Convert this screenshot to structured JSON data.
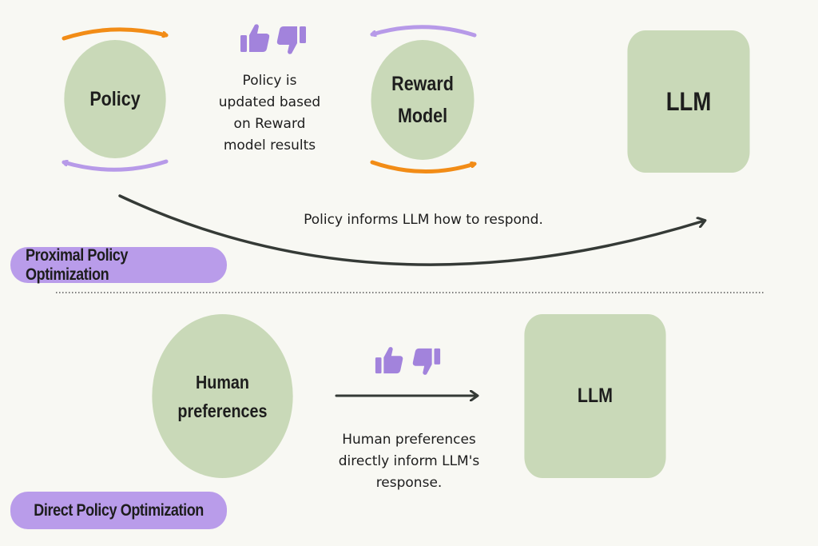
{
  "colors": {
    "background": "#f8f8f3",
    "node_fill": "#c9d9b8",
    "pill_fill": "#b99cea",
    "orange_arrow": "#f28c16",
    "purple_arrow": "#b79ae8",
    "dark_arrow": "#353a36",
    "thumb_color": "#a283dc"
  },
  "ppo": {
    "policy_label": "Policy",
    "reward_model_label": "Reward\nModel",
    "llm_label": "LLM",
    "feedback_caption": "Policy is\nupdated based\non Reward\nmodel results",
    "inform_caption": "Policy informs LLM how to respond.",
    "title": "Proximal Policy Optimization",
    "icons": [
      "thumbs-up-icon",
      "thumbs-down-icon"
    ]
  },
  "dpo": {
    "human_label": "Human\npreferences",
    "llm_label": "LLM",
    "caption": "Human preferences\ndirectly inform LLM's\nresponse.",
    "title": "Direct Policy Optimization",
    "icons": [
      "thumbs-up-icon",
      "thumbs-down-icon"
    ]
  }
}
